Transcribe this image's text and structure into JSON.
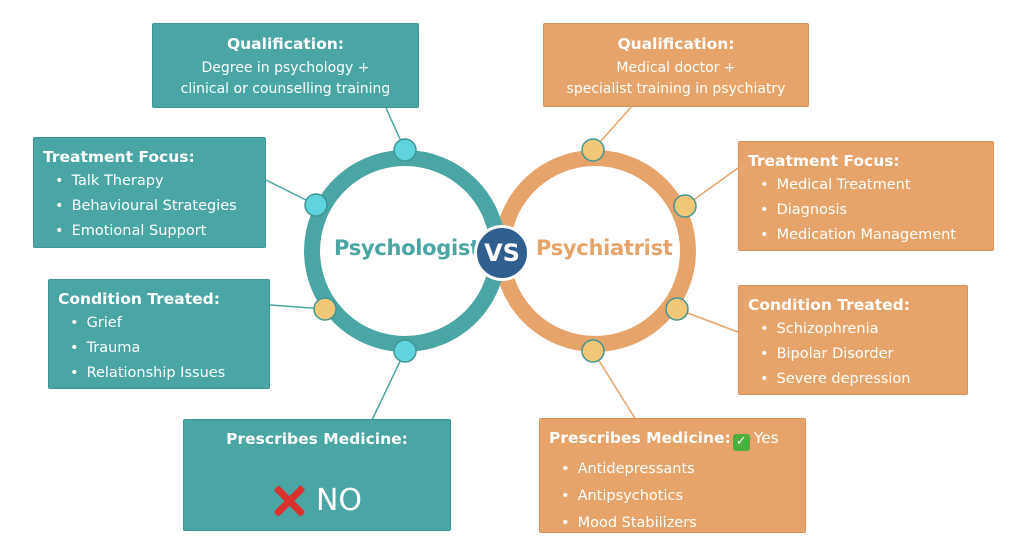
{
  "left_label": "Psychologist",
  "vs_label": "VS",
  "right_label": "Psychiatrist",
  "colors": {
    "teal": "#4aa6a4",
    "orange": "#e6a46a",
    "vs_blue": "#2f5f8e",
    "node_teal_fill": "#5fd4df",
    "node_orange_fill": "#f2c878"
  },
  "psychologist": {
    "qualification": {
      "title": "Qualification:",
      "line1": "Degree in psychology +",
      "line2": "clinical or counselling training"
    },
    "treatment_focus": {
      "title": "Treatment Focus:",
      "items": [
        "Talk Therapy",
        "Behavioural Strategies",
        "Emotional Support"
      ]
    },
    "condition_treated": {
      "title": "Condition Treated:",
      "items": [
        "Grief",
        "Trauma",
        "Relationship Issues"
      ]
    },
    "prescribes": {
      "title": "Prescribes Medicine:",
      "answer": "NO",
      "icon": "red-x-icon"
    }
  },
  "psychiatrist": {
    "qualification": {
      "title": "Qualification:",
      "line1": "Medical doctor +",
      "line2": "specialist training in psychiatry"
    },
    "treatment_focus": {
      "title": "Treatment Focus:",
      "items": [
        "Medical Treatment",
        "Diagnosis",
        "Medication Management"
      ]
    },
    "condition_treated": {
      "title": "Condition Treated:",
      "items": [
        "Schizophrenia",
        "Bipolar Disorder",
        "Severe depression"
      ]
    },
    "prescribes": {
      "title": "Prescribes Medicine:",
      "answer": "Yes",
      "icon": "green-check-icon",
      "items": [
        "Antidepressants",
        "Antipsychotics",
        "Mood Stabilizers"
      ]
    }
  }
}
